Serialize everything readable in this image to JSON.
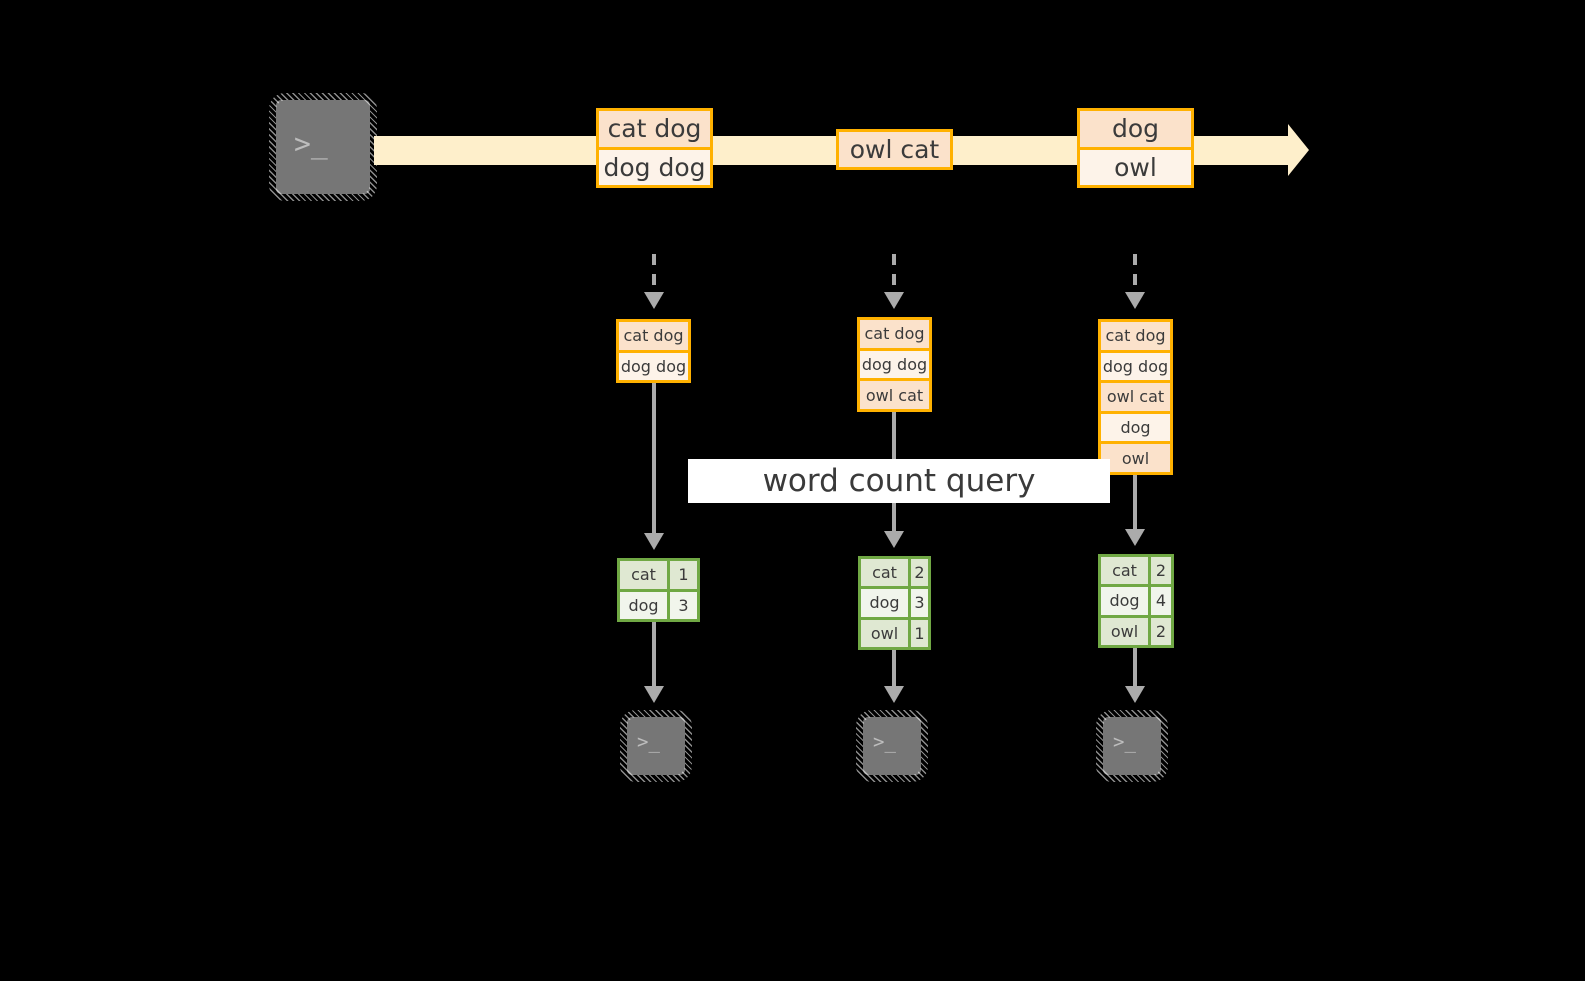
{
  "diagram": {
    "title": "",
    "colors": {
      "background": "#000000",
      "stream_fill": "#FEEFCB",
      "record_border": "#FFB100",
      "record_fill_dark": "#FBE2CB",
      "record_fill_light": "#FDF3E9",
      "result_border": "#70A844",
      "result_fill_dark": "#DFE8D2",
      "result_fill_light": "#F1F5EC",
      "connector": "#ABABAB",
      "terminal_fill": "#767676",
      "banner_fill": "#FFFFFF",
      "text": "#3b3b3b"
    },
    "source": {
      "icon": "terminal-icon",
      "prompt_glyph": ">_"
    },
    "stream": {
      "label": "",
      "direction": "left-to-right",
      "records": [
        {
          "id": "stream-record-1",
          "lines": [
            "cat dog",
            "dog dog"
          ]
        },
        {
          "id": "stream-record-2",
          "lines": [
            "owl cat"
          ]
        },
        {
          "id": "stream-record-3",
          "lines": [
            "dog",
            "owl"
          ]
        }
      ]
    },
    "query_banner": {
      "label": "word count query"
    },
    "snapshots": [
      {
        "id": "snapshot-1",
        "input_box": {
          "name": "accumulated-records-1",
          "rows": [
            "cat dog",
            "dog dog"
          ]
        },
        "result_table": {
          "name": "word-count-result-1",
          "rows": [
            {
              "word": "cat",
              "count": "1"
            },
            {
              "word": "dog",
              "count": "3"
            }
          ]
        },
        "sink": {
          "icon": "terminal-icon",
          "prompt_glyph": ">_"
        }
      },
      {
        "id": "snapshot-2",
        "input_box": {
          "name": "accumulated-records-2",
          "rows": [
            "cat dog",
            "dog dog",
            "owl cat"
          ]
        },
        "result_table": {
          "name": "word-count-result-2",
          "rows": [
            {
              "word": "cat",
              "count": "2"
            },
            {
              "word": "dog",
              "count": "3"
            },
            {
              "word": "owl",
              "count": "1"
            }
          ]
        },
        "sink": {
          "icon": "terminal-icon",
          "prompt_glyph": ">_"
        }
      },
      {
        "id": "snapshot-3",
        "input_box": {
          "name": "accumulated-records-3",
          "rows": [
            "cat dog",
            "dog dog",
            "owl cat",
            "dog",
            "owl"
          ]
        },
        "result_table": {
          "name": "word-count-result-3",
          "rows": [
            {
              "word": "cat",
              "count": "2"
            },
            {
              "word": "dog",
              "count": "4"
            },
            {
              "word": "owl",
              "count": "2"
            }
          ]
        },
        "sink": {
          "icon": "terminal-icon",
          "prompt_glyph": ">_"
        }
      }
    ]
  }
}
